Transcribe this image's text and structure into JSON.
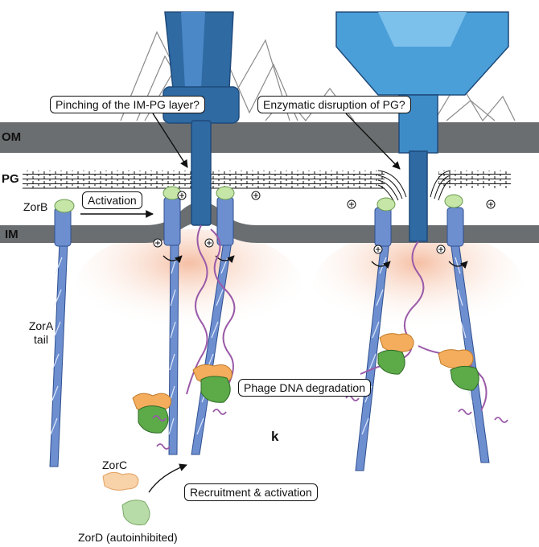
{
  "layers": {
    "om": "OM",
    "pg": "PG",
    "im": "IM"
  },
  "callouts": {
    "pinching": "Pinching of the IM-PG layer?",
    "enzymatic": "Enzymatic disruption of PG?",
    "activation": "Activation",
    "degradation": "Phage DNA degradation",
    "recruitment": "Recruitment & activation"
  },
  "proteins": {
    "zorb": "ZorB",
    "zora_line1": "ZorA",
    "zora_line2": "tail",
    "zorc": "ZorC",
    "zord": "ZorD (autoinhibited)"
  },
  "panel_letter": "k",
  "colors": {
    "membrane": "#6b6e70",
    "pg_mesh": "#ffffff",
    "zora_blue": "#6d8fd0",
    "zora_dark": "#2f4f8f",
    "zorb_green": "#c6e6a8",
    "zorc_orange": "#f4ad5c",
    "zord_green": "#5caa48",
    "phage_tail": "#2f6aa3",
    "phage_head": "#4a9fd8",
    "dna_purple": "#9a5aa8",
    "glow": "#f6c7ad"
  }
}
